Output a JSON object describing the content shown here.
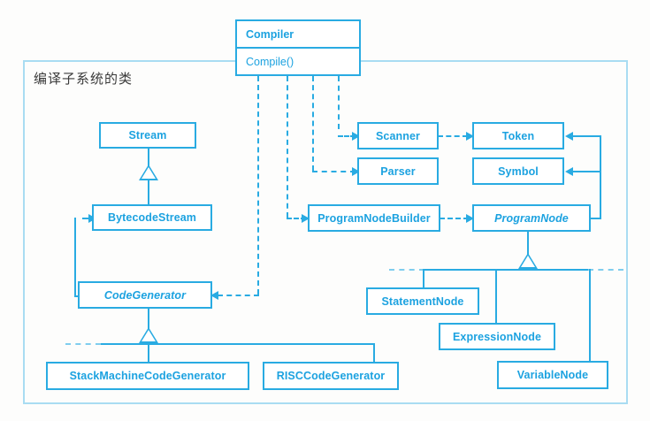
{
  "diagram": {
    "title_note": "编译子系统的类",
    "accent_color": "#29abe2",
    "container_border_color": "#a9dcf2",
    "background_color": "#fdfdfc"
  },
  "classes": {
    "compiler": {
      "name": "Compiler",
      "operation": "Compile()"
    },
    "stream": {
      "name": "Stream"
    },
    "bytecode_stream": {
      "name": "BytecodeStream"
    },
    "code_generator": {
      "name": "CodeGenerator"
    },
    "stack_machine_code_generator": {
      "name": "StackMachineCodeGenerator"
    },
    "risc_code_generator": {
      "name": "RISCCodeGenerator"
    },
    "scanner": {
      "name": "Scanner"
    },
    "parser": {
      "name": "Parser"
    },
    "token": {
      "name": "Token"
    },
    "symbol": {
      "name": "Symbol"
    },
    "program_node_builder": {
      "name": "ProgramNodeBuilder"
    },
    "program_node": {
      "name": "ProgramNode"
    },
    "statement_node": {
      "name": "StatementNode"
    },
    "expression_node": {
      "name": "ExpressionNode"
    },
    "variable_node": {
      "name": "VariableNode"
    }
  }
}
